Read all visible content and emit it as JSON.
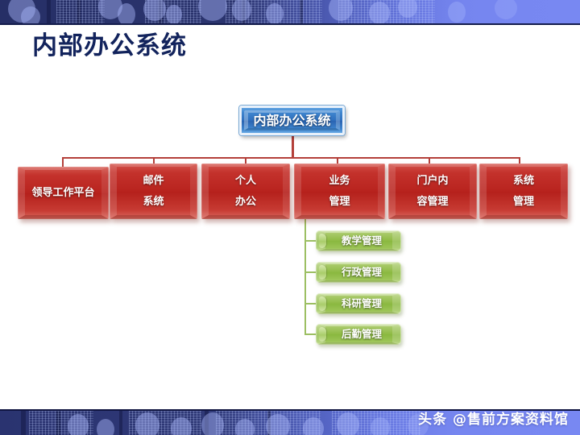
{
  "slide": {
    "title": "内部办公系统",
    "watermark": "头条 @售前方案资料馆",
    "colors": {
      "title_text": "#12235c",
      "banner_dark": "#262f66",
      "banner_light": "#7d8cf4",
      "root_box": "#2e6fbe",
      "level1_box": "#b9241f",
      "level2_box": "#8fbb45",
      "connector_red": "#b4403a",
      "connector_green": "#9cbf63",
      "background": "#ffffff"
    }
  },
  "diagram": {
    "type": "organization-chart",
    "root": {
      "label": "内部办公系统",
      "lines": [
        "内部办公系统"
      ]
    },
    "level1": [
      {
        "id": "leader-work-platform",
        "lines": [
          "领导工作平台"
        ]
      },
      {
        "id": "mail-system",
        "lines": [
          "邮件",
          "系统"
        ]
      },
      {
        "id": "personal-office",
        "lines": [
          "个人",
          "办公"
        ]
      },
      {
        "id": "business-management",
        "lines": [
          "业务",
          "管理"
        ]
      },
      {
        "id": "portal-content-management",
        "lines": [
          "门户内",
          "容管理"
        ]
      },
      {
        "id": "system-management",
        "lines": [
          "系统",
          "管理"
        ]
      }
    ],
    "level2_parent": "business-management",
    "level2": [
      {
        "id": "teaching-management",
        "label": "教学管理"
      },
      {
        "id": "administrative-management",
        "label": "行政管理"
      },
      {
        "id": "research-management",
        "label": "科研管理"
      },
      {
        "id": "logistics-management",
        "label": "后勤管理"
      }
    ]
  }
}
